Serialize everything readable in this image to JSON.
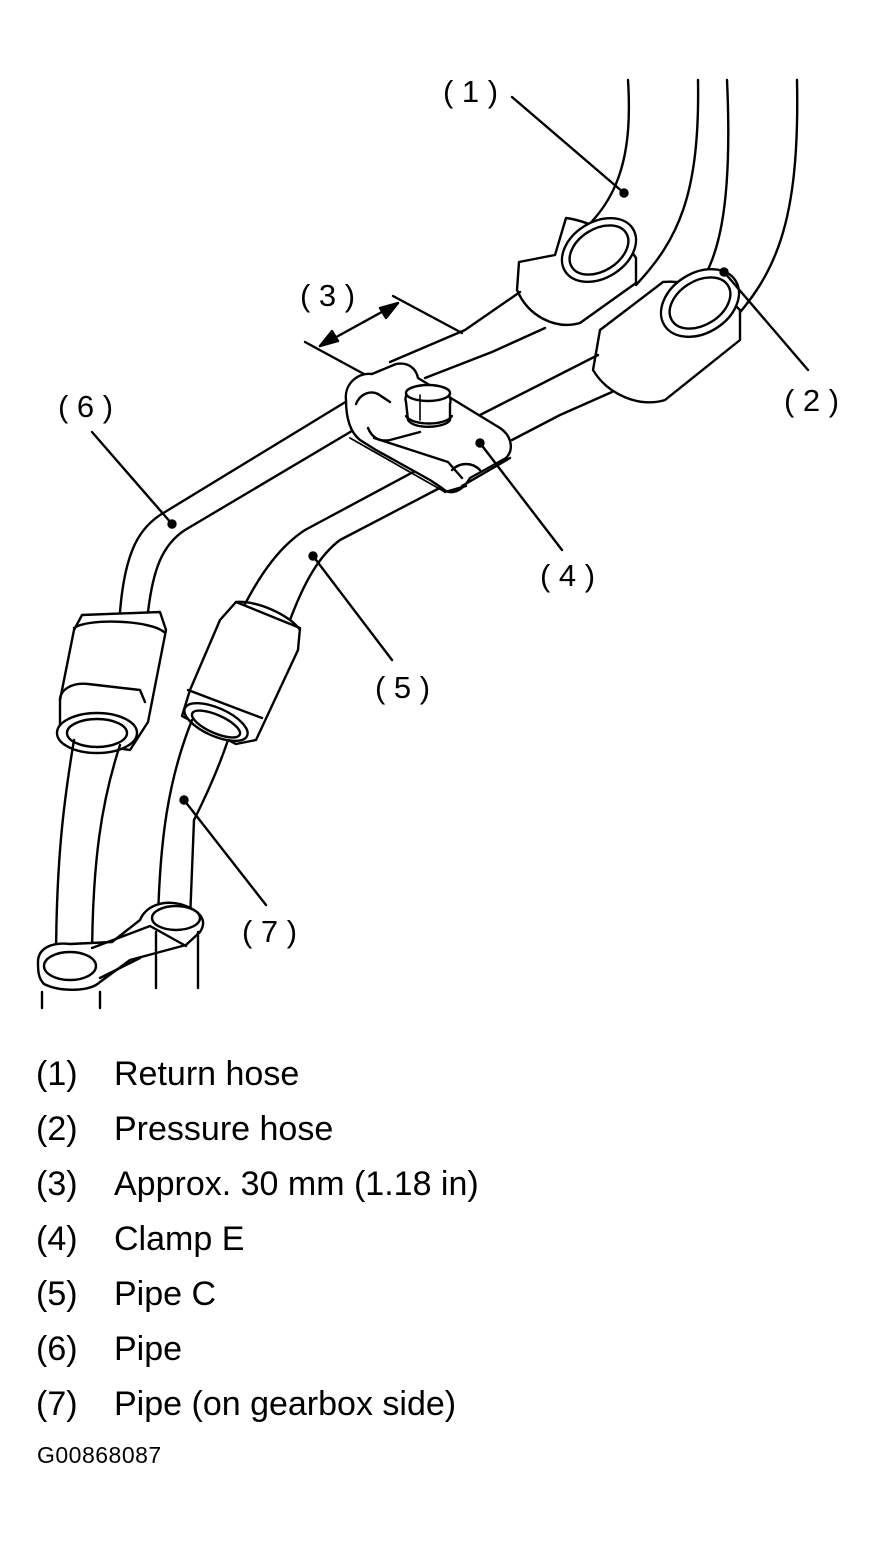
{
  "diagram": {
    "callouts": {
      "c1": "( 1 )",
      "c2": "( 2 )",
      "c3": "( 3 )",
      "c4": "( 4 )",
      "c5": "( 5 )",
      "c6": "( 6 )",
      "c7": "( 7 )"
    }
  },
  "legend": [
    {
      "num": "(1)",
      "text": "Return hose"
    },
    {
      "num": "(2)",
      "text": "Pressure hose"
    },
    {
      "num": "(3)",
      "text": "Approx. 30 mm (1.18 in)"
    },
    {
      "num": "(4)",
      "text": "Clamp E"
    },
    {
      "num": "(5)",
      "text": "Pipe C"
    },
    {
      "num": "(6)",
      "text": "Pipe"
    },
    {
      "num": "(7)",
      "text": "Pipe (on gearbox side)"
    }
  ],
  "figure_id": "G00868087"
}
